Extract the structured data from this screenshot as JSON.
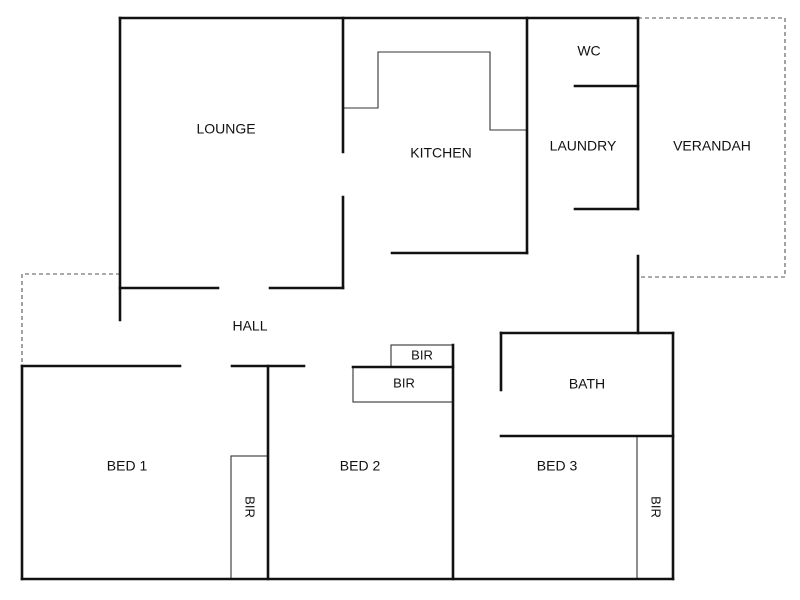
{
  "rooms": {
    "lounge": "LOUNGE",
    "kitchen": "KITCHEN",
    "wc": "WC",
    "laundry": "LAUNDRY",
    "verandah": "VERANDAH",
    "hall": "HALL",
    "bath": "BATH",
    "bed1": "BED 1",
    "bed2": "BED 2",
    "bed3": "BED 3",
    "bir_bed1": "BIR",
    "bir_bed2_upper": "BIR",
    "bir_bed2_lower": "BIR",
    "bir_bed3": "BIR"
  }
}
